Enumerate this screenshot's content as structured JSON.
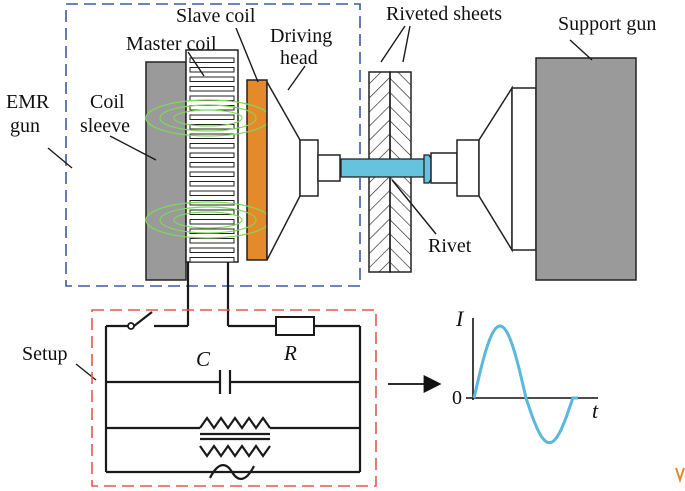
{
  "labels": {
    "slave_coil": "Slave coil",
    "master_coil": "Master coil",
    "driving_line1": "Driving",
    "driving_line2": "head",
    "riveted_sheets": "Riveted sheets",
    "support_gun": "Support gun",
    "emr_line1": "EMR",
    "emr_line2": "gun",
    "coil_line1": "Coil",
    "coil_line2": "sleeve",
    "rivet": "Rivet",
    "setup": "Setup",
    "capacitor": "C",
    "resistor": "R",
    "current_axis": "I",
    "time_axis": "t",
    "origin": "0"
  },
  "colors": {
    "emr_box_border": "#3b5ba5",
    "setup_box_border": "#e05a4e",
    "gun_body": "#9a9a9a",
    "slave_coil": "#e58a2a",
    "rivet": "#66c3e0",
    "current_wave": "#5ab8dc",
    "magnetic_field": "#7ed957"
  },
  "waveform": {
    "description_type": "damped-sine",
    "peak_fraction": 1.0,
    "trough_fraction": -0.62
  }
}
